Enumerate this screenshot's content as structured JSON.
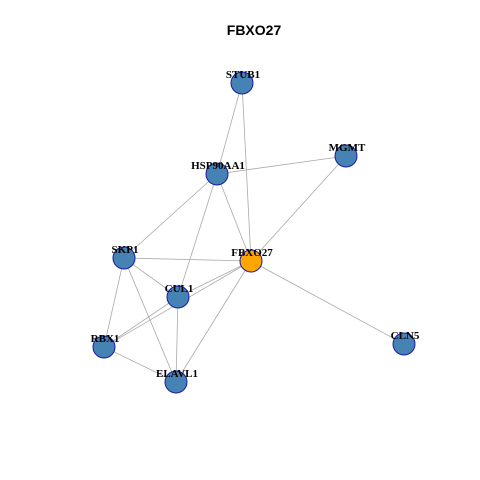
{
  "title": "FBXO27",
  "colors": {
    "node_default": "#4682b4",
    "node_focus": "#ffa500",
    "node_border": "#1a1aa6",
    "edge": "#aaaaaa"
  },
  "nodes": [
    {
      "id": "STUB1",
      "label": "STUB1",
      "focus": false
    },
    {
      "id": "MGMT",
      "label": "MGMT",
      "focus": false
    },
    {
      "id": "HSP90AA1",
      "label": "HSP90AA1",
      "focus": false
    },
    {
      "id": "SKP1",
      "label": "SKP1",
      "focus": false
    },
    {
      "id": "FBXO27",
      "label": "FBXO27",
      "focus": true
    },
    {
      "id": "CUL1",
      "label": "CUL1",
      "focus": false
    },
    {
      "id": "RBX1",
      "label": "RBX1",
      "focus": false
    },
    {
      "id": "CLN5",
      "label": "CLN5",
      "focus": false
    },
    {
      "id": "ELAVL1",
      "label": "ELAVL1",
      "focus": false
    }
  ],
  "edges": [
    [
      "STUB1",
      "HSP90AA1"
    ],
    [
      "STUB1",
      "FBXO27"
    ],
    [
      "HSP90AA1",
      "MGMT"
    ],
    [
      "MGMT",
      "FBXO27"
    ],
    [
      "HSP90AA1",
      "SKP1"
    ],
    [
      "HSP90AA1",
      "FBXO27"
    ],
    [
      "HSP90AA1",
      "CUL1"
    ],
    [
      "SKP1",
      "FBXO27"
    ],
    [
      "SKP1",
      "CUL1"
    ],
    [
      "SKP1",
      "RBX1"
    ],
    [
      "SKP1",
      "ELAVL1"
    ],
    [
      "FBXO27",
      "CUL1"
    ],
    [
      "FBXO27",
      "RBX1"
    ],
    [
      "FBXO27",
      "ELAVL1"
    ],
    [
      "FBXO27",
      "CLN5"
    ],
    [
      "CUL1",
      "RBX1"
    ],
    [
      "CUL1",
      "ELAVL1"
    ],
    [
      "RBX1",
      "ELAVL1"
    ]
  ]
}
